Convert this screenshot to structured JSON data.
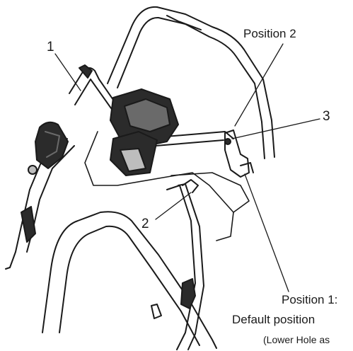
{
  "callouts": {
    "one": "1",
    "two": "2",
    "three": "3",
    "position_2": "Position 2",
    "position_1_title": "Position 1:",
    "position_1_desc": "Default position",
    "position_1_note": "(Lower Hole as"
  },
  "colors": {
    "line": "#1a1a1a",
    "part_dark": "#2b2b2b",
    "part_mid": "#6a6a6a",
    "part_light": "#bdbdbd",
    "background": "#ffffff"
  }
}
